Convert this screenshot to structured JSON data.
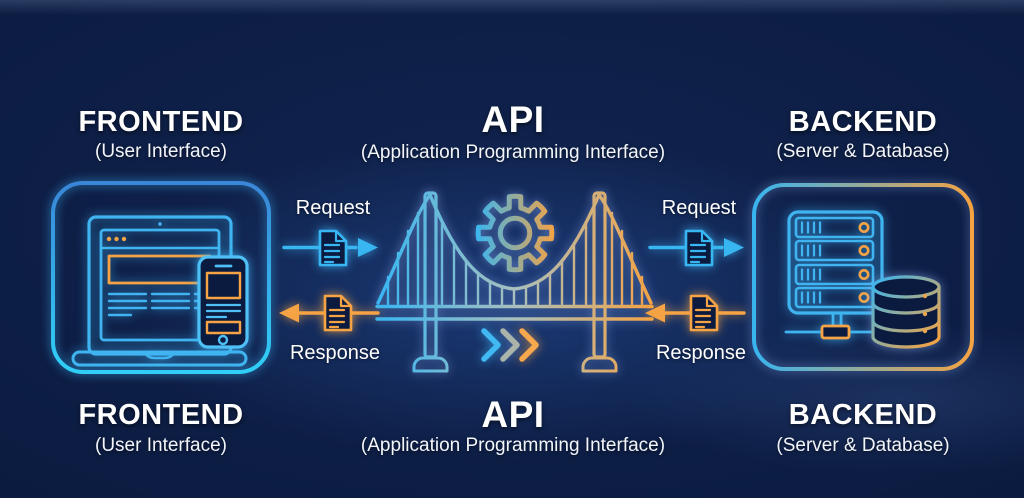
{
  "labels": {
    "frontend": {
      "title": "FRONTEND",
      "subtitle": "(User Interface)"
    },
    "api": {
      "title": "API",
      "subtitle": "(Application Programming Interface)"
    },
    "backend": {
      "title": "BACKEND",
      "subtitle": "(Server & Database)"
    }
  },
  "flow": {
    "request": "Request",
    "response": "Response"
  },
  "colors": {
    "background_navy": "#0c1d44",
    "neon_cyan": "#38b6f2",
    "neon_blue": "#2f86dd",
    "neon_orange": "#f5a344",
    "chevron_mid_gray": "#aab4aa",
    "text_white": "#ffffff"
  },
  "icons": [
    "laptop-icon",
    "browser-window-icon",
    "smartphone-icon",
    "bridge-icon",
    "gear-icon",
    "chevrons-icon",
    "server-rack-icon",
    "database-icon",
    "request-document-icon",
    "response-document-icon",
    "request-arrow-icon",
    "response-arrow-icon"
  ]
}
